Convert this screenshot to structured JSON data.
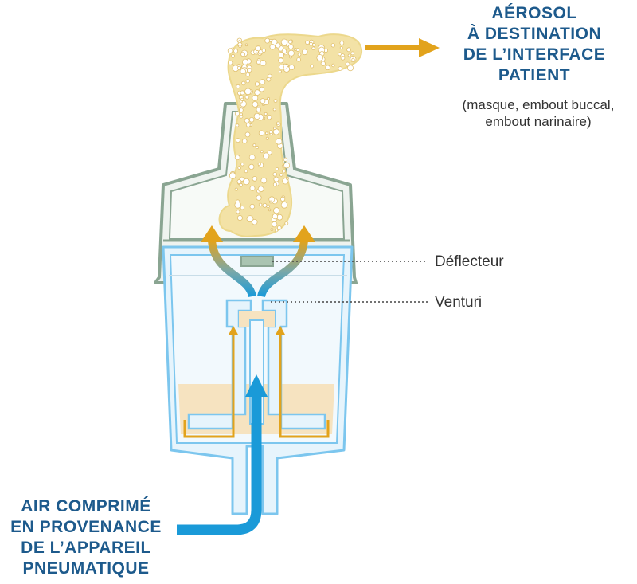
{
  "output_label": {
    "lines": [
      "AÉROSOL",
      "À DESTINATION",
      "DE L’INTERFACE",
      "PATIENT"
    ],
    "detail": [
      "(masque, embout buccal,",
      "embout narinaire)"
    ]
  },
  "input_label": {
    "lines": [
      "AIR COMPRIMÉ",
      "EN PROVENANCE",
      "DE L’APPAREIL",
      "PNEUMATIQUE"
    ]
  },
  "callouts": {
    "deflector": "Déflecteur",
    "venturi": "Venturi"
  },
  "colors": {
    "label_blue": "#1d5a8c",
    "air_blue": "#1a9ad8",
    "aerosol_gold": "#e2a31c",
    "lid_green": "#8aa592",
    "lid_fill": "#eef3ef",
    "cup_blue": "#7cc6ee",
    "cup_fill": "#e6f4fc",
    "liquid": "#f6e3c0",
    "mist": "#f3e2a6",
    "droplet": "#ecd080",
    "text_dark": "#333333"
  },
  "icons": {
    "aerosol_arrow": "arrow-right-icon",
    "air_arrow": "arrow-up-icon"
  }
}
